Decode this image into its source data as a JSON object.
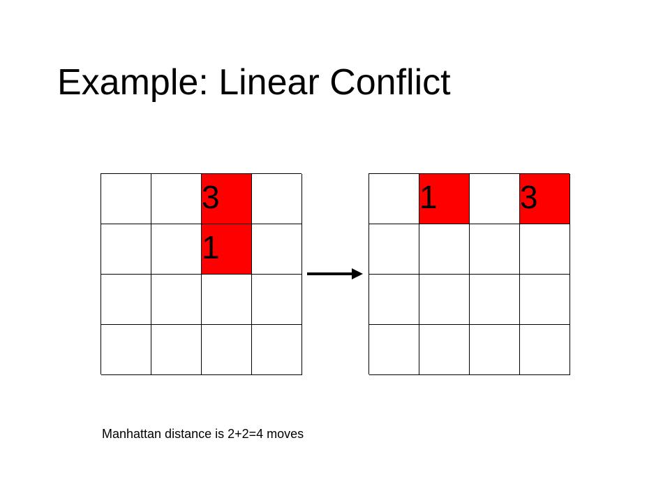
{
  "title": "Example: Linear Conflict",
  "colors": {
    "tile_highlight": "#ff0000",
    "grid_line": "#000000",
    "background": "#ffffff"
  },
  "grids": [
    {
      "rows": [
        [
          "",
          "",
          "3",
          ""
        ],
        [
          "",
          "",
          "1",
          ""
        ],
        [
          "",
          "",
          "",
          ""
        ],
        [
          "",
          "",
          "",
          ""
        ]
      ]
    },
    {
      "rows": [
        [
          "",
          "1",
          "",
          "3"
        ],
        [
          "",
          "",
          "",
          ""
        ],
        [
          "",
          "",
          "",
          ""
        ],
        [
          "",
          "",
          "",
          ""
        ]
      ]
    }
  ],
  "arrow_icon": "right-arrow-icon",
  "caption": "Manhattan distance is 2+2=4 moves"
}
